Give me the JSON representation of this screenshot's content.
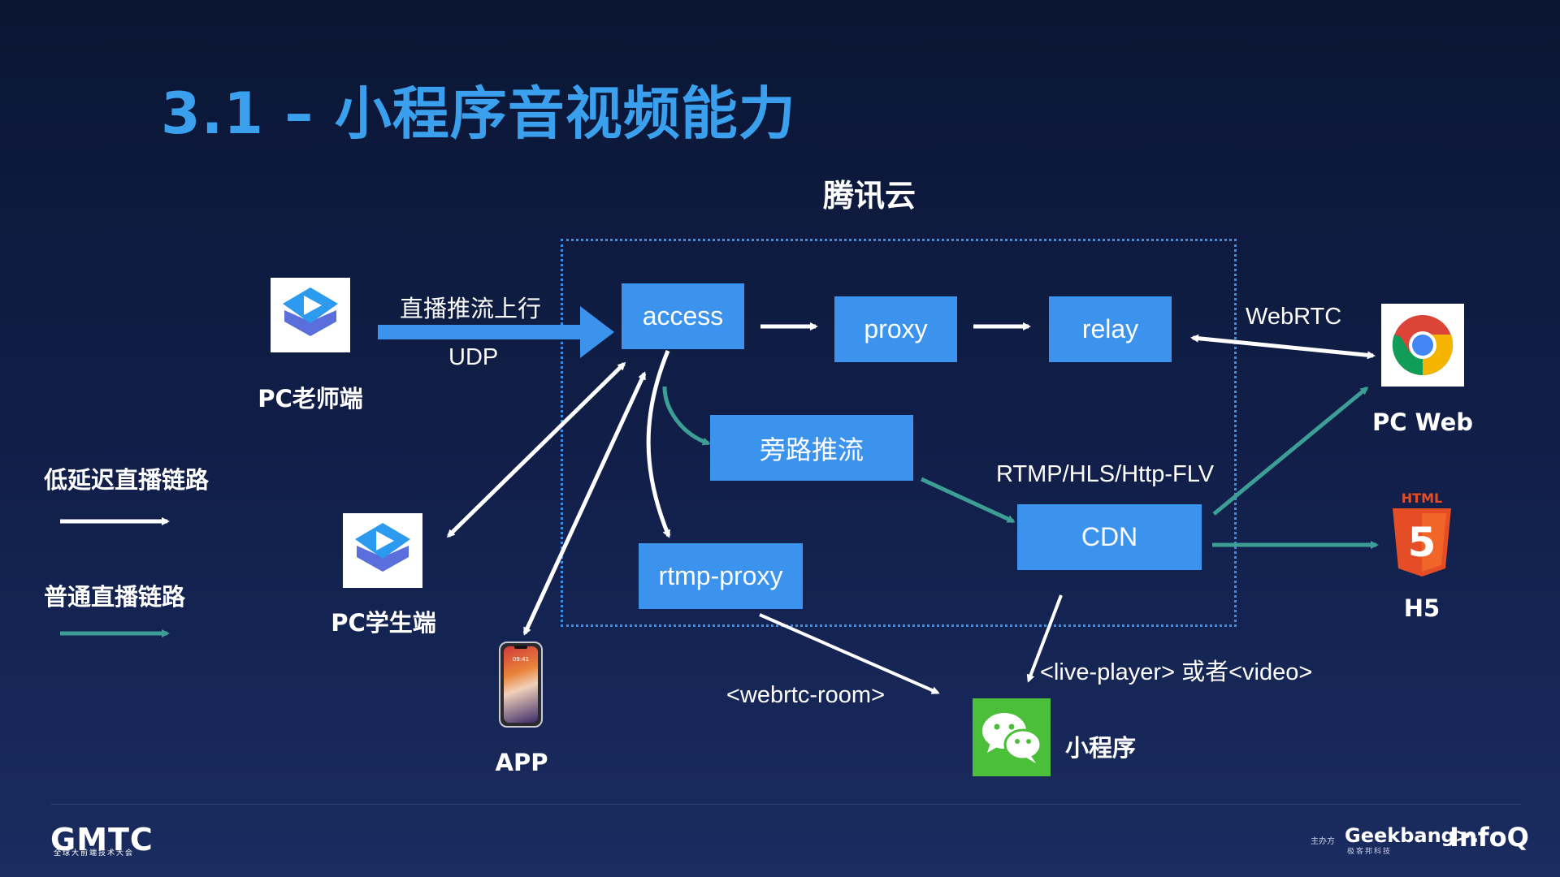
{
  "title": "3.1 – 小程序音视频能力",
  "cloud_label": "腾讯云",
  "nodes": {
    "access": "access",
    "proxy": "proxy",
    "relay": "relay",
    "bypass": "旁路推流",
    "rtmp_proxy": "rtmp-proxy",
    "cdn": "CDN"
  },
  "labels": {
    "push_upstream": "直播推流上行",
    "udp": "UDP",
    "webrtc": "WebRTC",
    "rtmp_hls": "RTMP/HLS/Http-FLV",
    "webrtc_room": "<webrtc-room>",
    "live_player": "<live-player> 或者<video>"
  },
  "endpoints": {
    "pc_teacher": "PC老师端",
    "pc_student": "PC学生端",
    "app": "APP",
    "pc_web": "PC Web",
    "h5": "H5",
    "miniprogram": "小程序"
  },
  "legend": {
    "low_latency": "低延迟直播链路",
    "normal": "普通直播链路"
  },
  "icons": {
    "html5_text": "HTML",
    "html5_digit": "5",
    "phone_time": "09:41"
  },
  "footer": {
    "gmtc": "GMTC",
    "gmtc_sub": "全球大前端技术大会",
    "sponsor": "主办方",
    "geekbang": "Geekbang>.",
    "geekbang_sub": "极客邦科技",
    "infoq": "InfoQ"
  },
  "colors": {
    "background": "#0b1634",
    "title": "#3aa0ee",
    "node": "#3b93ee",
    "low_latency_arrow": "#ffffff",
    "normal_arrow": "#3d9e96",
    "wechat": "#4cbf3a",
    "html5": "#e44d26"
  }
}
